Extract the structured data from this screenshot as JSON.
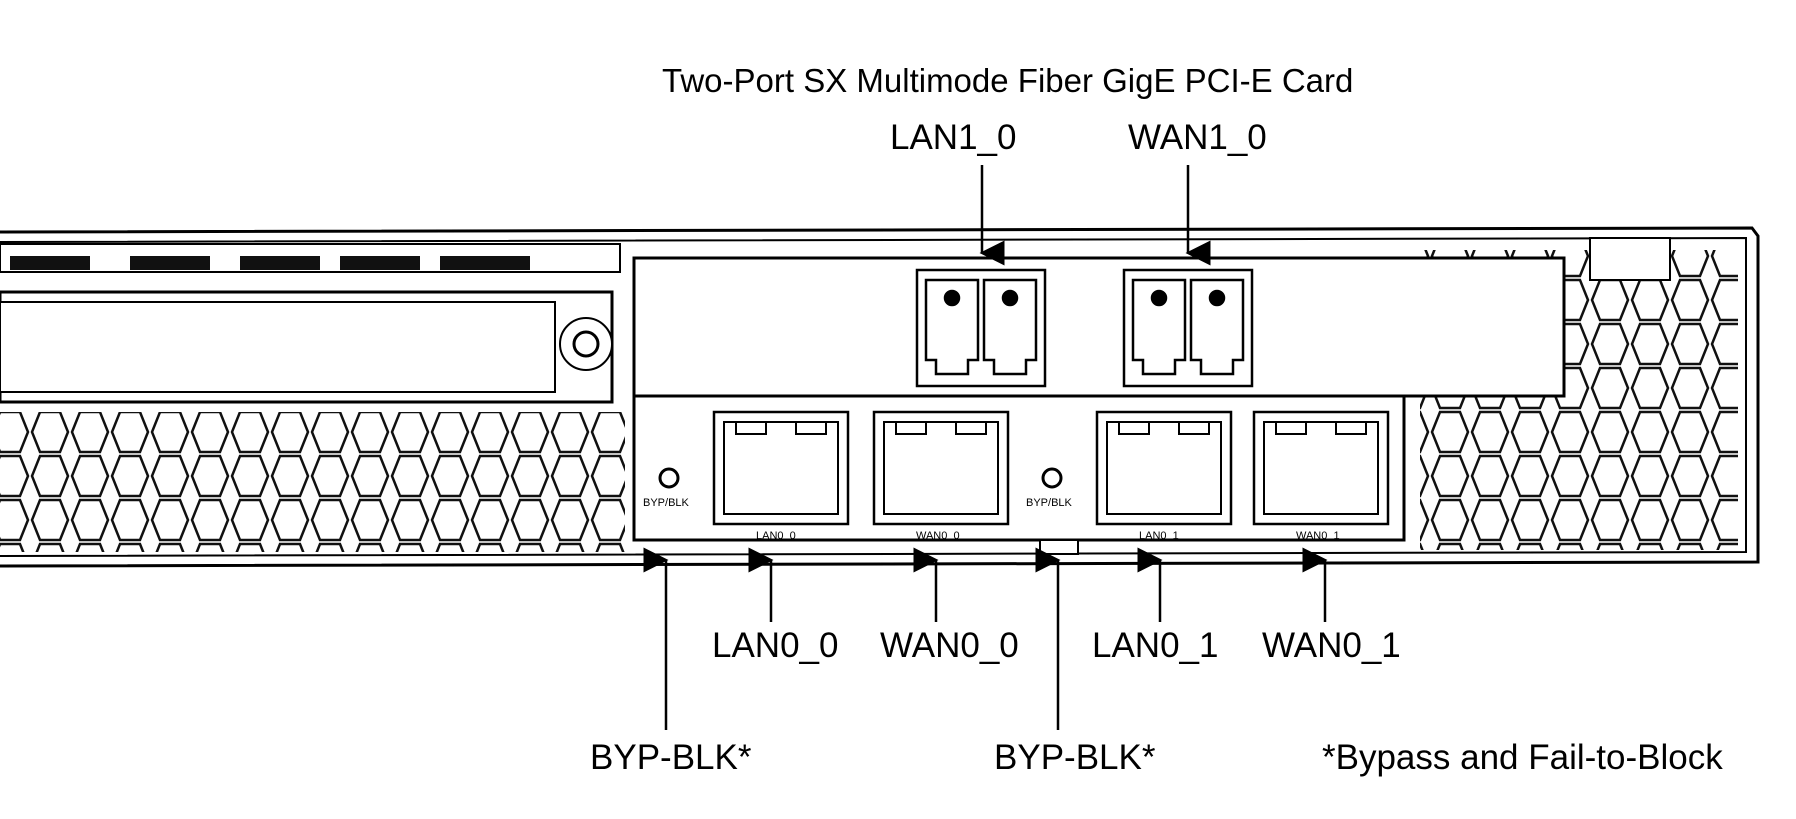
{
  "title": "Two-Port SX Multimode Fiber GigE PCI-E Card",
  "top_callouts": [
    "LAN1_0",
    "WAN1_0"
  ],
  "bottom_callouts": [
    "LAN0_0",
    "WAN0_0",
    "LAN0_1",
    "WAN0_1"
  ],
  "bypass_callouts": [
    "BYP-BLK*",
    "BYP-BLK*"
  ],
  "footnote": "*Bypass and Fail-to-Block",
  "panel_port_labels": [
    "LAN0_0",
    "WAN0_0",
    "LAN0_1",
    "WAN0_1"
  ],
  "panel_led_labels": [
    "BYP/BLK",
    "BYP/BLK"
  ]
}
